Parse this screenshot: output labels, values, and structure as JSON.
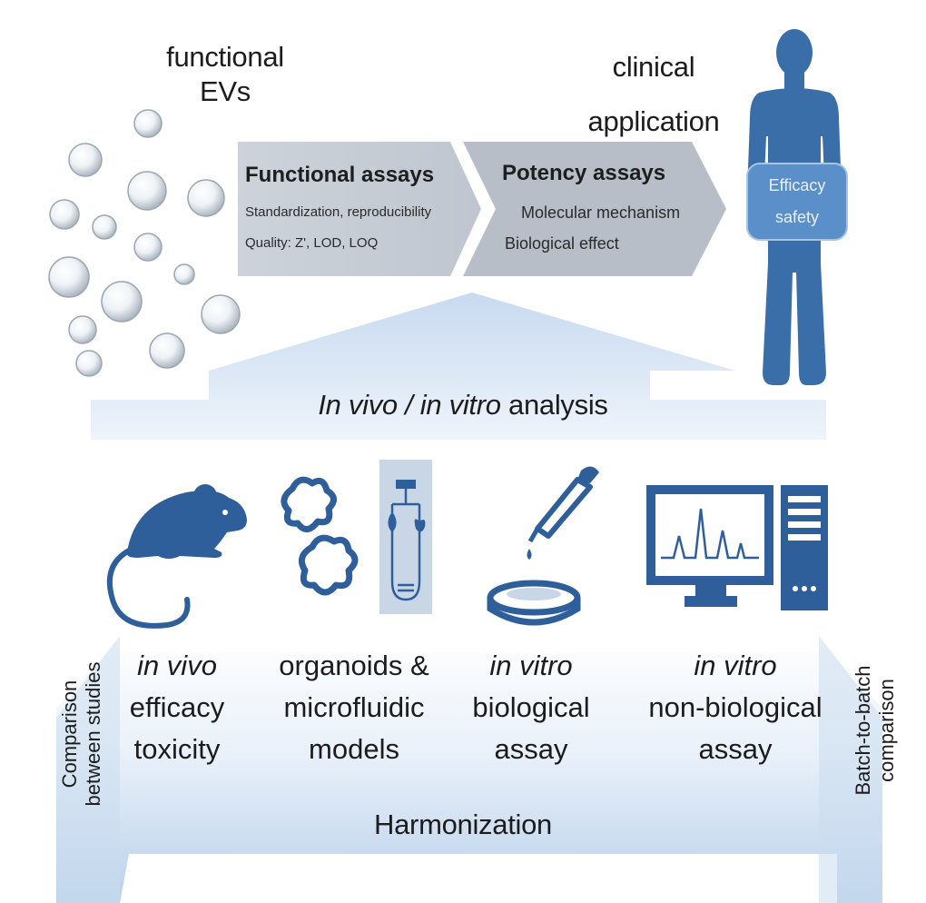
{
  "top": {
    "left_title": "functional\nEVs",
    "right_title": "clinical\napplication"
  },
  "functional_box": {
    "title": "Functional assays",
    "line1": "Standardization, reproducibility",
    "line2": "Quality:  Z', LOD, LOQ"
  },
  "potency_box": {
    "title": "Potency assays",
    "line1": "Molecular mechanism",
    "line2": "Biological effect"
  },
  "human": {
    "badge_line1": "Efficacy",
    "badge_line2": "safety"
  },
  "analysis": {
    "italic_part": "In vivo / in vitro",
    "plain_part": " analysis"
  },
  "columns": [
    {
      "italic": "in vivo",
      "lines": "efficacy\ntoxicity"
    },
    {
      "italic": "",
      "lines": "organoids &\nmicrofluidic\nmodels"
    },
    {
      "italic": "in vitro",
      "lines": "biological\nassay"
    },
    {
      "italic": "in vitro",
      "lines": "non-biological\nassay"
    }
  ],
  "side_left": "Comparison\nbetween studies",
  "side_right": "Batch-to-batch\ncomparison",
  "harmonization": "Harmonization",
  "colors": {
    "icon_blue": "#2e5f9a",
    "human_blue": "#3a6ea8",
    "badge_blue": "#5b8fc9",
    "arrow_light": "#d5e2f1",
    "box_grey": "#c3c9d1",
    "box_grey_dark": "#b3bac4"
  }
}
